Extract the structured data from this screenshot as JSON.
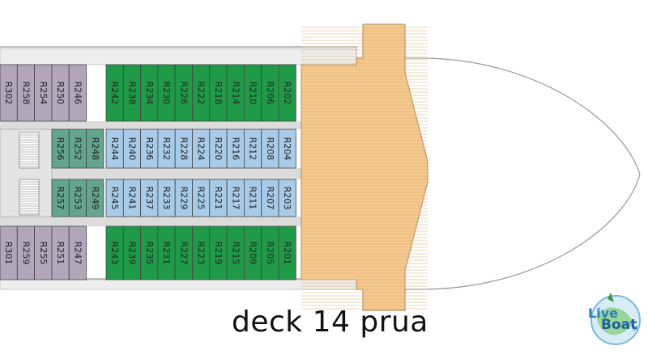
{
  "caption": "deck 14 prua",
  "logo": {
    "word1": "Live",
    "word2": "Boat",
    "suffix": ".it"
  },
  "colors": {
    "purple": "#b3a6bb",
    "green": "#1f9b48",
    "teal": "#63a58f",
    "blue": "#a8cbe9",
    "deck": "#f6c98f",
    "hall": "#dcdcdc"
  },
  "cabins": {
    "top_outer_purple": [
      "R302",
      "R258",
      "R254",
      "R250",
      "R246"
    ],
    "top_outer_green": [
      "R242",
      "R238",
      "R234",
      "R230",
      "R226",
      "R222",
      "R218",
      "R214",
      "R210",
      "R206",
      "R202"
    ],
    "top_inner_teal": [
      "R256",
      "R252",
      "R248"
    ],
    "top_inner_blue": [
      "R244",
      "R240",
      "R236",
      "R232",
      "R228",
      "R224",
      "R220",
      "R216",
      "R212",
      "R208",
      "R204"
    ],
    "bottom_inner_teal": [
      "R257",
      "R253",
      "R249"
    ],
    "bottom_inner_blue": [
      "R245",
      "R241",
      "R237",
      "R233",
      "R229",
      "R225",
      "R221",
      "R217",
      "R211",
      "R207",
      "R203"
    ],
    "bottom_outer_purple": [
      "R301",
      "R259",
      "R255",
      "R251",
      "R247"
    ],
    "bottom_outer_green": [
      "R243",
      "R239",
      "R235",
      "R231",
      "R227",
      "R223",
      "R219",
      "R215",
      "R209",
      "R205",
      "R201"
    ]
  }
}
